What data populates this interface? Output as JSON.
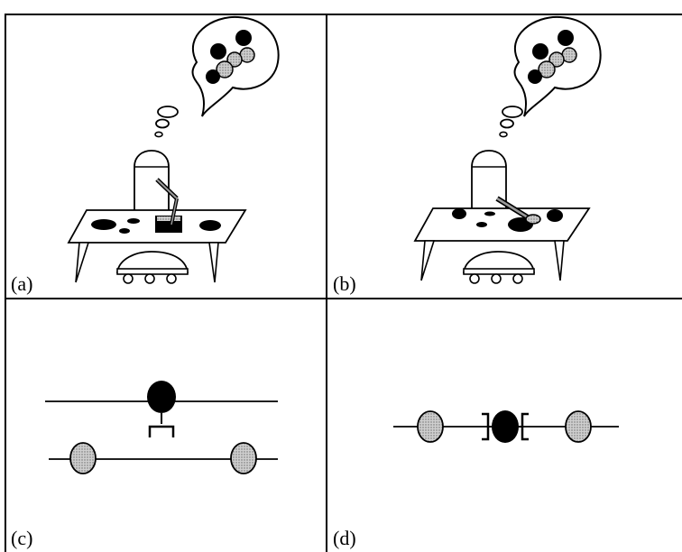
{
  "figure": {
    "colors": {
      "ink": "#000000",
      "paper": "#ffffff",
      "stipple": "#bdbdbd"
    },
    "panels": [
      {
        "id": "a",
        "label": "(a)",
        "icon": "robot-scooping-from-tall-box-icon"
      },
      {
        "id": "b",
        "label": "(b)",
        "icon": "robot-scooping-from-bowl-icon"
      },
      {
        "id": "c",
        "label": "(c)",
        "icon": "two-line-gripper-diagram-icon"
      },
      {
        "id": "d",
        "label": "(d)",
        "icon": "single-line-gripper-diagram-icon"
      }
    ]
  }
}
